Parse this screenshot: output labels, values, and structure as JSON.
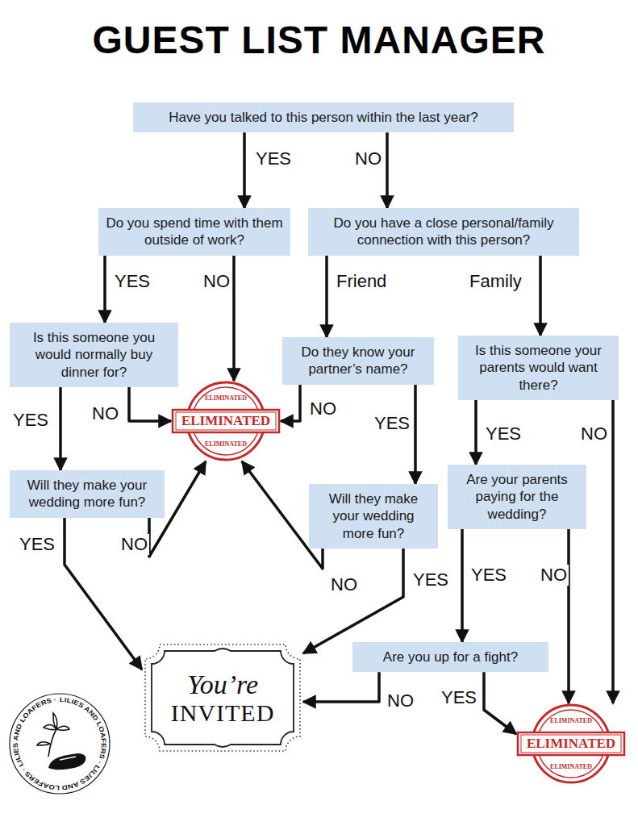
{
  "diagram": {
    "title": "GUEST LIST MANAGER",
    "nodes": [
      {
        "text": [
          "Have you talked to this person within the last year?"
        ]
      },
      {
        "text": [
          "Do you spend time with them outside of work?"
        ]
      },
      {
        "text": [
          "Do you have a close personal/family connection with this person?"
        ]
      },
      {
        "text": [
          "Is this someone you would normally buy dinner for?"
        ]
      },
      {
        "text": [
          "ELIMINATED",
          "ELIMINATED",
          "ELIMINATED"
        ]
      },
      {
        "text": [
          "Do they know your partner’s name?"
        ]
      },
      {
        "text": [
          "Is this someone your parents would want there?"
        ]
      },
      {
        "text": [
          "Will they make your wedding more fun?"
        ]
      },
      {
        "text": [
          "Will they make your wedding more fun?"
        ]
      },
      {
        "text": [
          "Are your parents paying for the wedding?"
        ]
      },
      {
        "text": [
          "You’re",
          "INVITED"
        ]
      },
      {
        "text": [
          "Are you up for a fight?"
        ]
      },
      {
        "text": [
          "ELIMINATED",
          "ELIMINATED",
          "ELIMINATED"
        ]
      }
    ],
    "edges": [
      {
        "from": 0,
        "to": 1,
        "label": "YES",
        "arrow": "to"
      },
      {
        "from": 0,
        "to": 2,
        "label": "NO",
        "arrow": "to"
      },
      {
        "from": 1,
        "to": 3,
        "label": "YES",
        "arrow": "to"
      },
      {
        "from": 1,
        "to": 4,
        "label": "NO",
        "arrow": "to"
      },
      {
        "from": 2,
        "to": 5,
        "label": "Friend",
        "arrow": "to"
      },
      {
        "from": 2,
        "to": 6,
        "label": "Family",
        "arrow": "to"
      },
      {
        "from": 3,
        "to": 4,
        "label": "NO",
        "arrow": "to"
      },
      {
        "from": 3,
        "to": 7,
        "label": "YES",
        "arrow": "to"
      },
      {
        "from": 5,
        "to": 4,
        "label": "NO",
        "arrow": "to"
      },
      {
        "from": 5,
        "to": 8,
        "label": "YES",
        "arrow": "to"
      },
      {
        "from": 6,
        "to": 9,
        "label": "YES",
        "arrow": "to"
      },
      {
        "from": 6,
        "to": 12,
        "label": "NO",
        "arrow": "to"
      },
      {
        "from": 7,
        "to": 10,
        "label": "YES",
        "arrow": "to"
      },
      {
        "from": 7,
        "to": 4,
        "label": "NO",
        "arrow": "to"
      },
      {
        "from": 8,
        "to": 4,
        "label": "NO",
        "arrow": "to"
      },
      {
        "from": 8,
        "to": 10,
        "label": "YES",
        "arrow": "to"
      },
      {
        "from": 9,
        "to": 11,
        "label": "YES",
        "arrow": "to"
      },
      {
        "from": 9,
        "to": 12,
        "label": "NO",
        "arrow": "to"
      },
      {
        "from": 11,
        "to": 10,
        "label": "NO",
        "arrow": "to"
      },
      {
        "from": 11,
        "to": 12,
        "label": "YES",
        "arrow": "to"
      }
    ],
    "labels": [
      "LILIES AND LOAFERS · LILIES AND LOAFERS · LILIES AND LOAFERS ·"
    ]
  }
}
